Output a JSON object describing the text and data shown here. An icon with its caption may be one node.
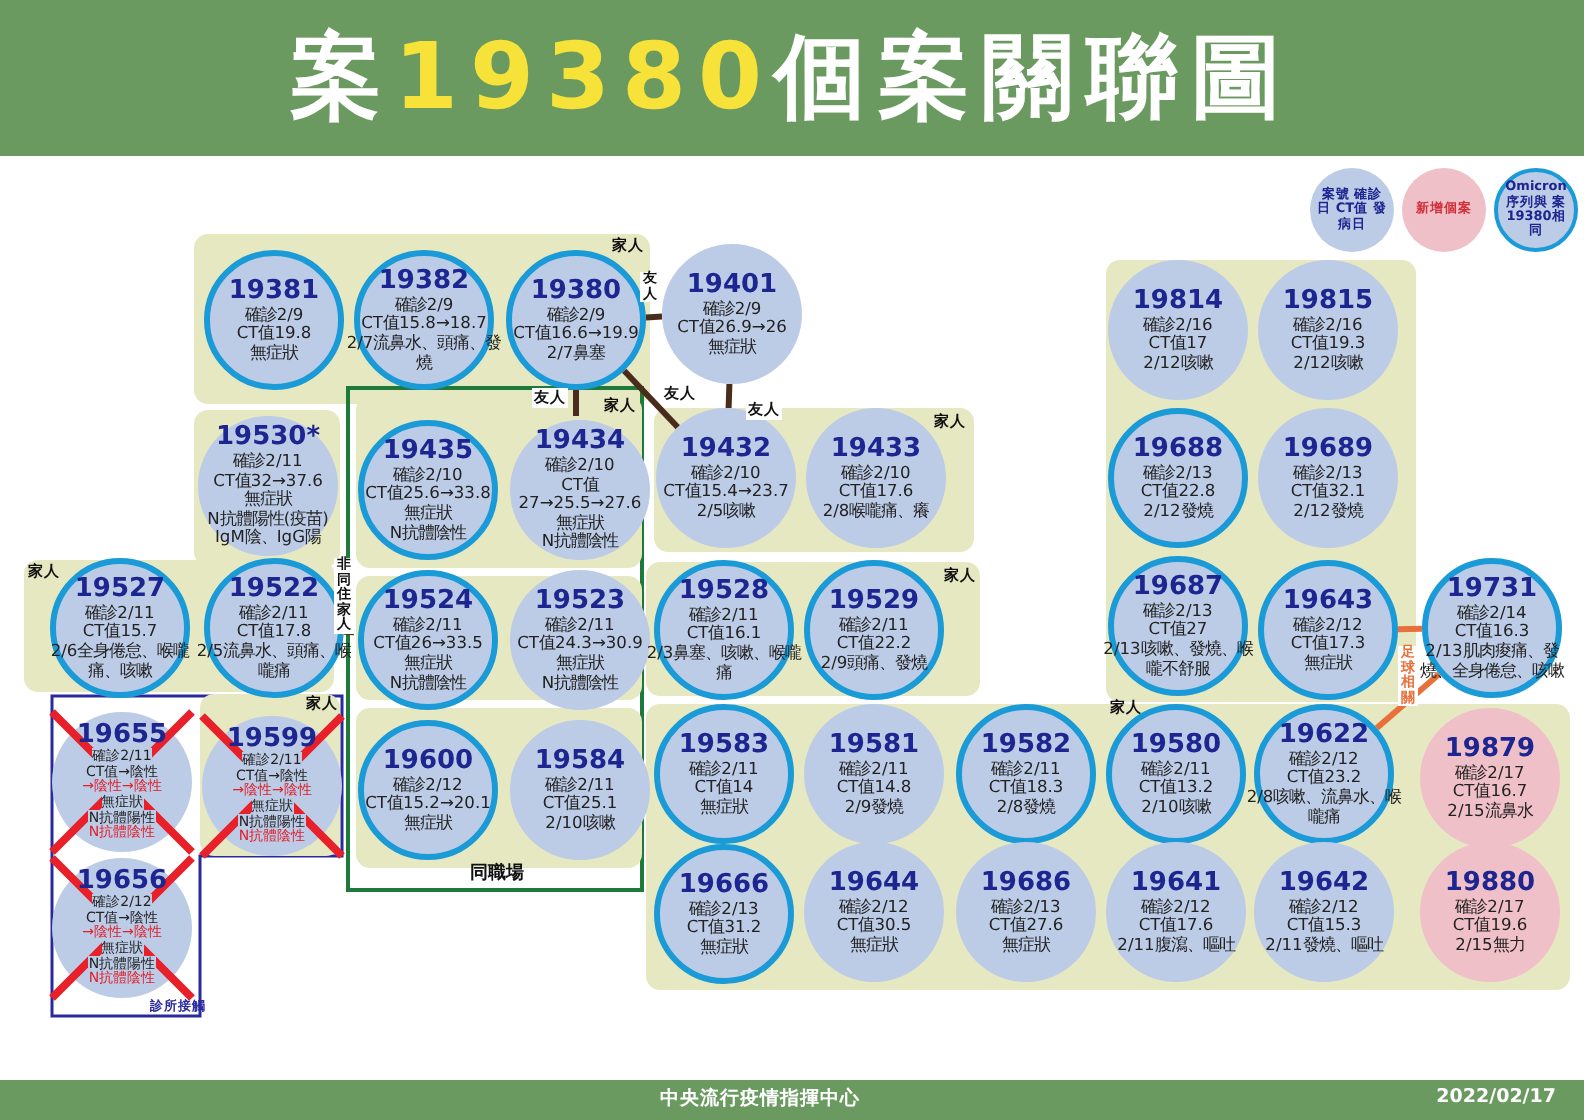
{
  "diagram": {
    "title": "案19380個案關聯圖",
    "nodes": [
      {
        "text": [
          "家人"
        ]
      },
      {
        "text": [
          "19381",
          "確診2/9",
          "CT值19.8",
          "無症狀"
        ],
        "in": 0
      },
      {
        "text": [
          "19382",
          "確診2/9",
          "CT值15.8→18.7",
          "2/7流鼻水、頭痛、發燒"
        ],
        "in": 0
      },
      {
        "text": [
          "19380",
          "確診2/9",
          "CT值16.6→19.9",
          "2/7鼻塞"
        ],
        "in": 0
      },
      {
        "text": [
          "19401",
          "確診2/9",
          "CT值26.9→26",
          "無症狀"
        ]
      },
      {
        "text": [],
        "shape": "box"
      },
      {
        "text": [
          "19530*",
          "確診2/11",
          "CT值32→37.6",
          "無症狀",
          "N抗體陽性(疫苗)",
          "IgM陰、IgG陽"
        ],
        "in": 5
      },
      {
        "text": [
          "同職場"
        ]
      },
      {
        "text": [
          "家人"
        ],
        "in": 7
      },
      {
        "text": [
          "19435",
          "確診2/10",
          "CT值25.6→33.8",
          "無症狀",
          "N抗體陰性"
        ],
        "in": 8
      },
      {
        "text": [
          "19434",
          "確診2/10",
          "CT值27→25.5→27.6",
          "無症狀",
          "N抗體陰性"
        ],
        "in": 8
      },
      {
        "text": [
          "家人"
        ]
      },
      {
        "text": [
          "19432",
          "確診2/10",
          "CT值15.4→23.7",
          "2/5咳嗽"
        ],
        "in": 11
      },
      {
        "text": [
          "19433",
          "確診2/10",
          "CT值17.6",
          "2/8喉嚨痛、癢"
        ],
        "in": 11
      },
      {
        "text": [],
        "shape": "box"
      },
      {
        "text": [
          "19814",
          "確診2/16",
          "CT值17",
          "2/12咳嗽"
        ],
        "in": 14
      },
      {
        "text": [
          "19815",
          "確診2/16",
          "CT值19.3",
          "2/12咳嗽"
        ],
        "in": 14
      },
      {
        "text": [
          "19688",
          "確診2/13",
          "CT值22.8",
          "2/12發燒"
        ],
        "in": 14
      },
      {
        "text": [
          "19689",
          "確診2/13",
          "CT值32.1",
          "2/12發燒"
        ],
        "in": 14
      },
      {
        "text": [
          "19687",
          "確診2/13",
          "CT值27",
          "2/13咳嗽、發燒、喉嚨不舒服"
        ],
        "in": 14
      },
      {
        "text": [
          "19643",
          "確診2/12",
          "CT值17.3",
          "無症狀"
        ],
        "in": 14
      },
      {
        "text": [
          "19731",
          "確診2/14",
          "CT值16.3",
          "2/13肌肉痠痛、發燒、全身倦怠、咳嗽"
        ]
      },
      {
        "text": [
          "家人"
        ]
      },
      {
        "text": [
          "19527",
          "確診2/11",
          "CT值15.7",
          "2/6全身倦怠、喉嚨痛、咳嗽"
        ],
        "in": 22
      },
      {
        "text": [
          "19522",
          "確診2/11",
          "CT值17.8",
          "2/5流鼻水、頭痛、喉嚨痛"
        ],
        "in": 22
      },
      {
        "text": [],
        "shape": "box",
        "in": 7
      },
      {
        "text": [
          "19524",
          "確診2/11",
          "CT值26→33.5",
          "無症狀",
          "N抗體陰性"
        ],
        "in": 25
      },
      {
        "text": [
          "19523",
          "確診2/11",
          "CT值24.3→30.9",
          "無症狀",
          "N抗體陰性"
        ],
        "in": 25
      },
      {
        "text": [
          "家人"
        ]
      },
      {
        "text": [
          "19528",
          "確診2/11",
          "CT值16.1",
          "2/3鼻塞、咳嗽、喉嚨痛"
        ],
        "in": 28
      },
      {
        "text": [
          "19529",
          "確診2/11",
          "CT值22.2",
          "2/9頭痛、發燒"
        ],
        "in": 28
      },
      {
        "text": [
          "診所接觸"
        ]
      },
      {
        "text": [
          "19655",
          "確診2/11",
          "CT值→陰性",
          "→陰性→陰性",
          "無症狀",
          "N抗體陽性",
          "N抗體陰性"
        ],
        "in": 31
      },
      {
        "text": [
          "家人"
        ],
        "in": 31
      },
      {
        "text": [
          "19599",
          "確診2/11",
          "CT值→陰性",
          "→陰性→陰性",
          "無症狀",
          "N抗體陽性",
          "N抗體陰性"
        ],
        "in": 33
      },
      {
        "text": [],
        "shape": "box",
        "in": 7
      },
      {
        "text": [
          "19600",
          "確診2/12",
          "CT值15.2→20.1",
          "無症狀"
        ],
        "in": 35
      },
      {
        "text": [
          "19584",
          "確診2/11",
          "CT值25.1",
          "2/10咳嗽"
        ],
        "in": 35
      },
      {
        "text": [],
        "shape": "box"
      },
      {
        "text": [
          "19583",
          "確診2/11",
          "CT值14",
          "無症狀"
        ],
        "in": 38
      },
      {
        "text": [
          "19581",
          "確診2/11",
          "CT值14.8",
          "2/9發燒"
        ],
        "in": 38
      },
      {
        "text": [
          "19582",
          "確診2/11",
          "CT值18.3",
          "2/8發燒"
        ],
        "in": 38
      },
      {
        "text": [
          "19580",
          "確診2/11",
          "CT值13.2",
          "2/10咳嗽"
        ],
        "in": 38
      },
      {
        "text": [
          "19622",
          "確診2/12",
          "CT值23.2",
          "2/8咳嗽、流鼻水、喉嚨痛"
        ],
        "in": 38
      },
      {
        "text": [
          "19879",
          "確診2/17",
          "CT值16.7",
          "2/15流鼻水"
        ],
        "in": 38
      },
      {
        "text": [
          "19666",
          "確診2/13",
          "CT值31.2",
          "無症狀"
        ],
        "in": 38
      },
      {
        "text": [
          "19644",
          "確診2/12",
          "CT值30.5",
          "無症狀"
        ],
        "in": 38
      },
      {
        "text": [
          "19686",
          "確診2/13",
          "CT值27.6",
          "無症狀"
        ],
        "in": 38
      },
      {
        "text": [
          "19641",
          "確診2/12",
          "CT值17.6",
          "2/11腹瀉、嘔吐"
        ],
        "in": 38
      },
      {
        "text": [
          "19642",
          "確診2/12",
          "CT值15.3",
          "2/11發燒、嘔吐"
        ],
        "in": 38
      },
      {
        "text": [
          "19880",
          "確診2/17",
          "CT值19.6",
          "2/15無力"
        ],
        "in": 38
      },
      {
        "text": [
          "19656",
          "確診2/12",
          "CT值→陰性",
          "→陰性→陰性",
          "無症狀",
          "N抗體陽性",
          "N抗體陰性"
        ],
        "in": 31
      }
    ],
    "edges": [
      {
        "from": 3,
        "to": 4,
        "arrow": "none",
        "label": "友人"
      },
      {
        "from": 3,
        "to": 10,
        "arrow": "none",
        "label": "友人"
      },
      {
        "from": 3,
        "to": 12,
        "arrow": "none",
        "label": "友人"
      },
      {
        "from": 4,
        "to": 12,
        "arrow": "none",
        "label": "友人"
      },
      {
        "from": 24,
        "to": 26,
        "arrow": "none",
        "label": "非同住家人"
      },
      {
        "from": 21,
        "to": 20,
        "arrow": "none",
        "color": "#e8703a",
        "label": "足球相關"
      },
      {
        "from": 21,
        "to": 43,
        "arrow": "none",
        "color": "#e8703a"
      }
    ],
    "labels": [
      "家人",
      "中央流行疫情指揮中心",
      "2022/02/17"
    ],
    "legend": [
      {
        "text": "案號 確診日 CT值 發病日",
        "color": "#bccbe6"
      },
      {
        "text": "新增個案",
        "color": "#f0c0c8"
      },
      {
        "text": "Omicron 序列與 案19380相同"
      }
    ]
  }
}
